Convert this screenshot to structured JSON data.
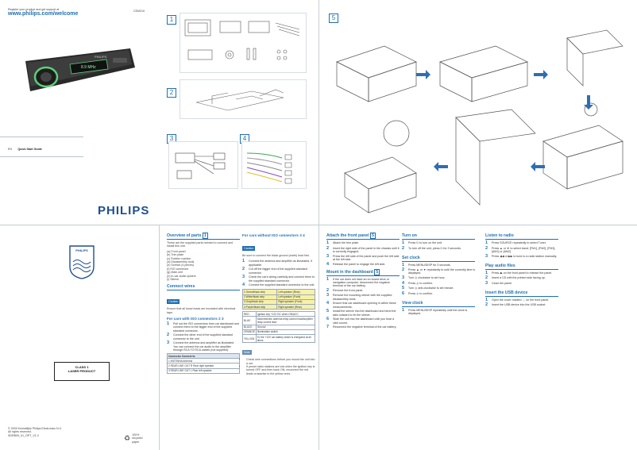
{
  "cover": {
    "register_text": "Register your product and get support at",
    "url": "www.philips.com/welcome",
    "model": "CEM210",
    "guide_lang": "EN",
    "guide_title": "Quick Start Guide",
    "brand": "PHILIPS",
    "radio_display": "8.9 MHz",
    "copyright": "© 2009 Koninklijke Philips Electronics N.V.",
    "rights": "All rights reserved.",
    "code": "SDRB09_01_OPT_V1.0",
    "label_class": "CLASS 1",
    "label_laser": "LASER PRODUCT",
    "recycle_text": "100% recycled paper"
  },
  "steps": {
    "s1": "1",
    "s2": "2",
    "s3": "3",
    "s4": "4",
    "s5": "5"
  },
  "col1": {
    "title": "Overview of parts",
    "title_num": "1",
    "intro": "These are the supplied parts needed to connect and install this unit.",
    "parts": [
      "Front panel",
      "Trim plate",
      "Rubber cushion",
      "Disassembly tools",
      "Screws (4 pieces)",
      "ISO connector",
      "Main unit",
      "In-car audio system",
      "Sleeve"
    ],
    "connect_title": "Connect wires",
    "caution_label": "Caution",
    "caution_text": "Ensure that all loose leads are insulated with electrical tape.",
    "iso_title": "For cars with ISO connectors",
    "iso_nums": "2 3",
    "iso_steps": [
      "Pull out the ISO connectors from car dashboard and connect them to the bigger end of the supplied standard connector.",
      "Connect the other end of the supplied standard connector to the unit.",
      "Connect the antenna and amplifier as illustrated. You can connect the car audio to the amplifier through RCA TO RCA cables (not supplied)."
    ],
    "conn_header": "Connector Connect to",
    "conn_rows": [
      "1 ANTENNA  Antenna",
      "2 REAR LINE OUT R  Rear right speaker",
      "3 REAR LINE OUT L  Rear left speaker"
    ]
  },
  "col2": {
    "title": "For cars without ISO connectors",
    "title_nums": "3 4",
    "caution_label": "Caution",
    "caution_text": "Be sure to connect the black ground (earth) lead first.",
    "steps": [
      "Connect the antenna and amplifier as illustrated, if applicable.",
      "Cut off the bigger end of the supplied standard connector.",
      "Check the car's wiring carefully and connect them to the supplied standard connector.",
      "Connect the supplied standard connector to the unit."
    ],
    "wire_rows": [
      [
        "1 Green/black strip",
        "Left speaker (Rear)"
      ],
      [
        "2 White/black strip",
        "Left speaker (Front)"
      ],
      [
        "3 Gray/black strip",
        "Right speaker (Front)"
      ],
      [
        "4 Purple/black strip",
        "Right speaker (Rear)"
      ]
    ],
    "power_rows": [
      [
        "RED",
        "Ignition key +12V DC when ON/ACC"
      ],
      [
        "BLUE",
        "Motor/electric antenna relay control lead/Amplifier relay control lead"
      ],
      [
        "BLACK",
        "Ground"
      ],
      [
        "ORANGE",
        "Illumination switch"
      ],
      [
        "YELLOW",
        "To the +12V car battery which is energized at all times"
      ]
    ],
    "note_label": "Note",
    "notes": [
      "Check wire connections before you mount the unit into a car.",
      "If preset radio stations are lost when the ignition key is turned OFF and then back ON, reconnect the red leads crosswise to the yellow ones."
    ]
  },
  "col3": {
    "attach_title": "Attach the front panel",
    "attach_num": "5",
    "attach_steps": [
      "Attach the trim plate.",
      "Insert the right side of the panel in the chassis until it is correctly engaged.",
      "Press the left side of the panel and push the left side at the left side.",
      "Release the panel to engage the left side."
    ],
    "mount_title": "Mount in the dashboard",
    "mount_num": "5",
    "mount_steps": [
      "If the car does not have an on-board drive or navigation computer, disconnect the negative terminal of the car battery.",
      "Remove the front panel.",
      "Remove the mounting sleeve with the supplied disassembly tools.",
      "Ensure that car dashboard opening is within these measurements.",
      "Install the sleeve into the dashboard and bend the tabs outward to fix the sleeve.",
      "Slide the unit into the dashboard until you hear a click sound.",
      "Reconnect the negative terminal of the car battery."
    ]
  },
  "col4": {
    "turn_on_title": "Turn on",
    "turn_on_steps": [
      "Press ⏻ to turn on the unit.",
      "To turn off the unit, press ⏻ for 3 seconds."
    ],
    "setclock_title": "Set clock",
    "setclock_steps": [
      "Press MENU/DISP for 3 seconds.",
      "Press ▲ or ▼ repeatedly to until the currently time is displayed.",
      "Turn ◎ clockwise to set hour.",
      "Press ◎ to confirm.",
      "Turn ◎ anti-clockwise to set minute.",
      "Press ◎ to confirm."
    ],
    "viewclock_title": "View clock",
    "viewclock_steps": [
      "Press MENU/DISP repeatedly until the clock is displayed."
    ]
  },
  "col5": {
    "listen_title": "Listen to radio",
    "listen_steps": [
      "Press SOURCE repeatedly to select Tuner.",
      "Press ▲ or ▼ to select band: [FM1], [FM2], [FM3], [AM1] or [AM2].",
      "Press ◀◀ or ▶▶ to tune to a radio station manually."
    ],
    "audio_title": "Play audio files",
    "audio_steps": [
      "Press ⏏ on the front panel to release the panel.",
      "Insert a CD with the printed side facing up.",
      "Close the panel."
    ],
    "usb_title": "Insert the USB device",
    "usb_steps": [
      "Open the cover marked ⇔ on the front panel.",
      "Insert the USB device into the USB socket."
    ]
  }
}
